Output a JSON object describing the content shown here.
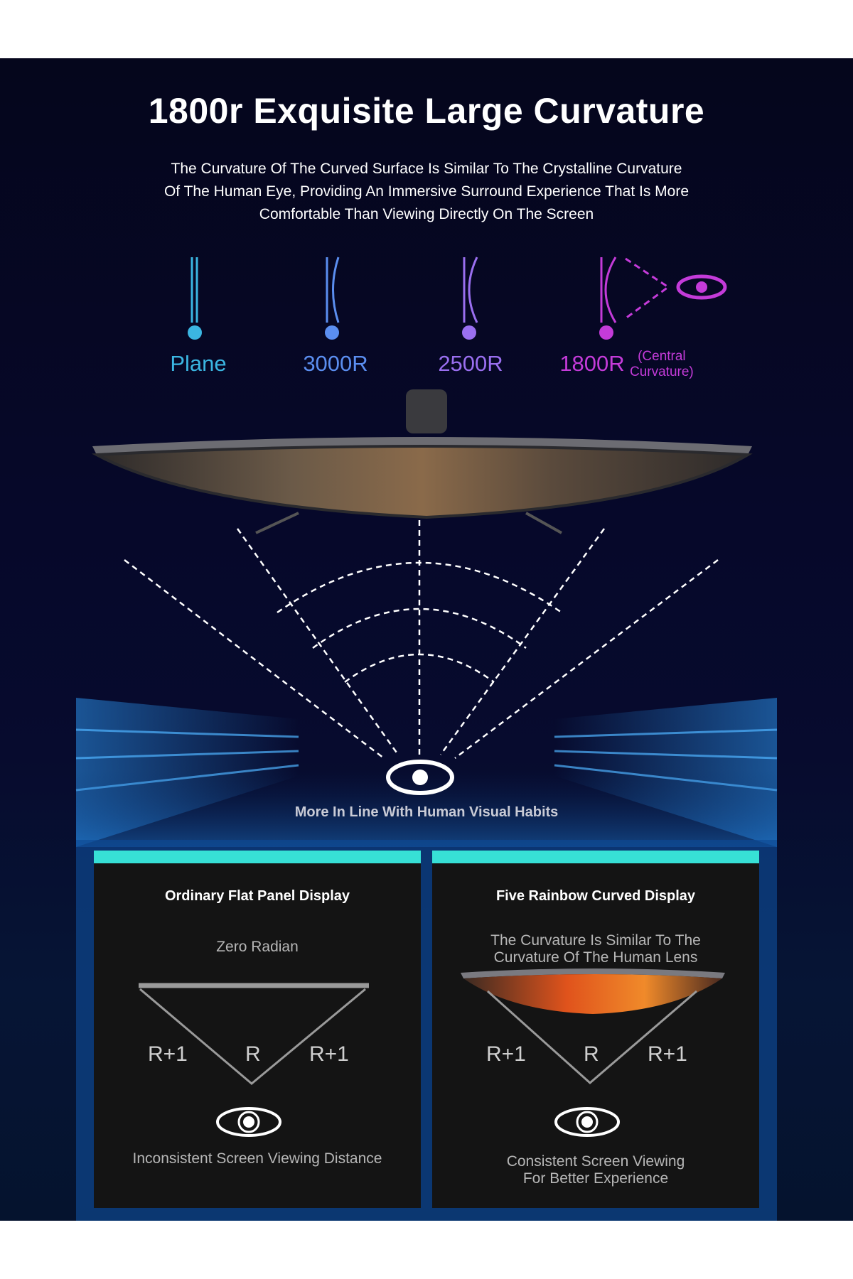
{
  "header": {
    "title": "1800r Exquisite Large Curvature",
    "description_lines": [
      "The Curvature Of The Curved Surface Is Similar To The Crystalline Curvature",
      "Of The Human Eye, Providing An Immersive Surround Experience That Is More",
      "Comfortable Than Viewing Directly On The Screen"
    ]
  },
  "timeline": {
    "stops": [
      {
        "label": "Plane",
        "color": "#3bb6e2"
      },
      {
        "label": "3000R",
        "color": "#5b8ef0"
      },
      {
        "label": "2500R",
        "color": "#9a6ff0"
      },
      {
        "label": "1800R",
        "color": "#c43bd9"
      }
    ],
    "central_note_lines": [
      "(Central",
      "Curvature)"
    ],
    "eye_icon": "eye-icon"
  },
  "view_diagram": {
    "caption": "More In Line With Human Visual Habits",
    "icons": [
      "curved-monitor-icon",
      "eye-icon"
    ]
  },
  "comparison": {
    "accent_color": "#37e0d6",
    "flat": {
      "title": "Ordinary Flat Panel Display",
      "subtitle": "Zero Radian",
      "labels": [
        "R+1",
        "R",
        "R+1"
      ],
      "footer": "Inconsistent Screen Viewing Distance"
    },
    "curved": {
      "title": "Five Rainbow Curved Display",
      "subtitle_lines": [
        "The Curvature Is Similar To The",
        "Curvature Of The Human Lens"
      ],
      "labels": [
        "R+1",
        "R",
        "R+1"
      ],
      "footer_lines": [
        "Consistent Screen Viewing",
        "For Better Experience"
      ]
    }
  }
}
